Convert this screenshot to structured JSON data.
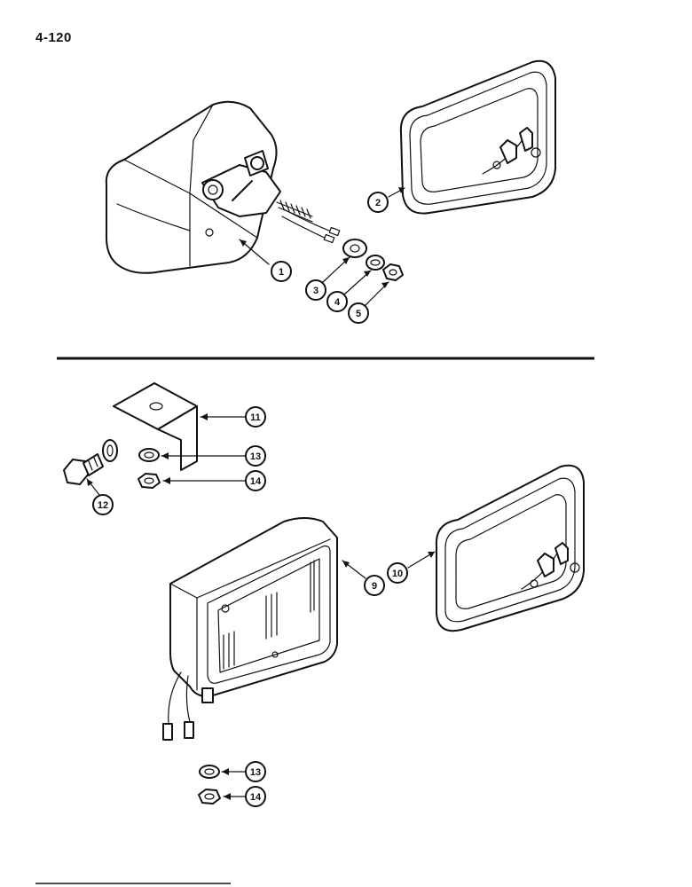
{
  "page": {
    "number": "4-120"
  },
  "callouts": {
    "c1": "1",
    "c2": "2",
    "c3": "3",
    "c4": "4",
    "c5": "5",
    "c9": "9",
    "c10": "10",
    "c11": "11",
    "c12": "12",
    "c13a": "13",
    "c14a": "14",
    "c13b": "13",
    "c14b": "14"
  },
  "colors": {
    "ink": "#111111",
    "background": "#ffffff"
  }
}
